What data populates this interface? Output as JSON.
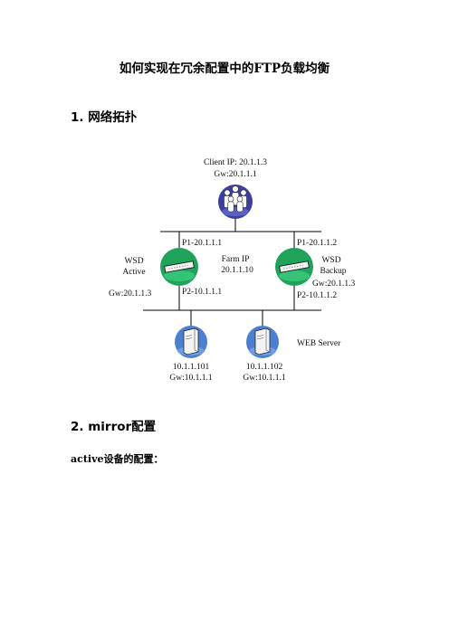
{
  "document": {
    "title": "如何实现在冗余配置中的FTP负载均衡",
    "section1_heading": "1.  网络拓扑",
    "section2_heading": "2.  mirror配置",
    "paragraph1": "active设备的配置："
  },
  "diagram": {
    "client_ip": "Client IP: 20.1.1.3",
    "client_gw": "Gw:20.1.1.1",
    "p1_active": "P1-20.1.1.1",
    "p1_backup": "P1-20.1.1.2",
    "wsd_active_1": "WSD",
    "wsd_active_2": "Active",
    "farm_ip_1": "Farm IP",
    "farm_ip_2": "20.1.1.10",
    "wsd_backup_1": "WSD",
    "wsd_backup_2": "Backup",
    "gw_active": "Gw:20.1.1.3",
    "gw_backup": "Gw:20.1.1.3",
    "p2_active": "P2-10.1.1.1",
    "p2_backup": "P2-10.1.1.2",
    "web_server": "WEB Server",
    "server1_ip": "10.1.1.101",
    "server1_gw": "Gw:10.1.1.1",
    "server2_ip": "10.1.1.102",
    "server2_gw": "Gw:10.1.1.1"
  },
  "colors": {
    "client_circle": "#3a3fa0",
    "switch_circle": "#1fa25a",
    "server_circle": "#4d7fd0"
  },
  "icons": [
    "users-group-icon",
    "switch-icon",
    "server-icon"
  ]
}
